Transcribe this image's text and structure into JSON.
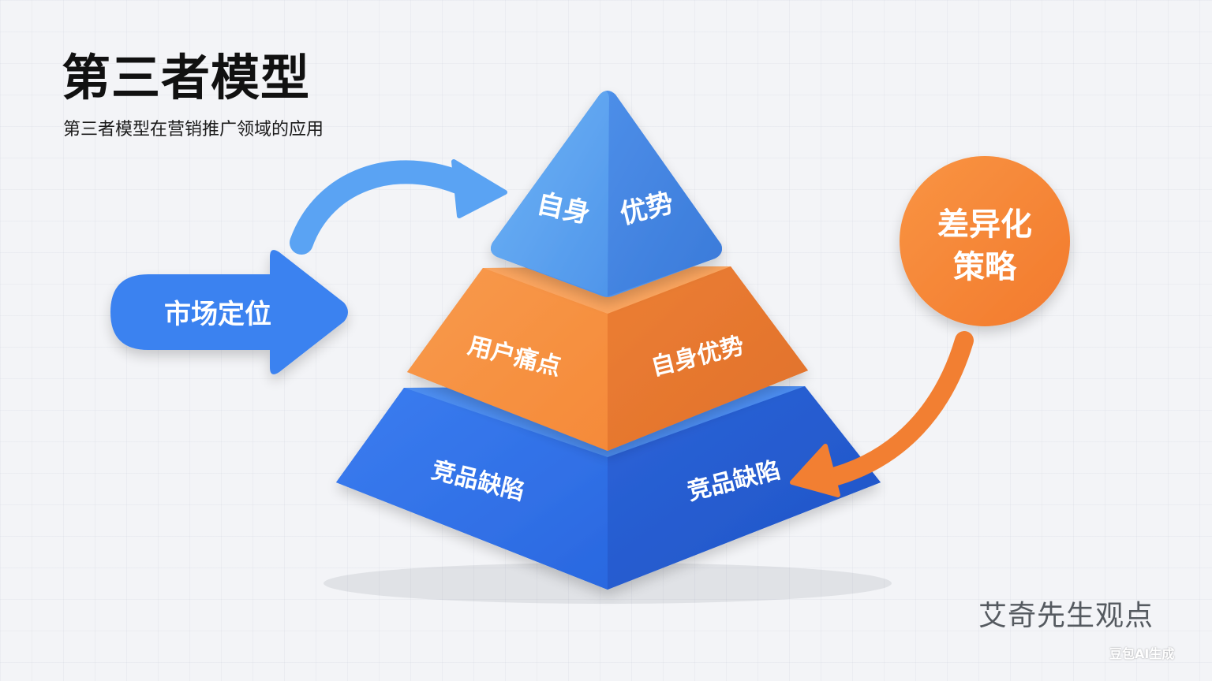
{
  "header": {
    "title": "第三者模型",
    "subtitle": "第三者模型在营销推广领域的应用"
  },
  "arrow_left": {
    "label": "市场定位"
  },
  "pyramid": {
    "top": {
      "left_label": "自身",
      "right_label": "优势"
    },
    "middle": {
      "left_label": "用户痛点",
      "right_label": "自身优势"
    },
    "bottom": {
      "left_label": "竞品缺陷",
      "right_label": "竞品缺陷"
    }
  },
  "circle": {
    "line1": "差异化",
    "line2": "策略"
  },
  "footer": {
    "watermark": "艾奇先生观点",
    "ai_badge": "豆包AI生成"
  },
  "colors": {
    "blue_light": "#5ea6f2",
    "blue_dark": "#2f6fe6",
    "orange": "#f68a3a",
    "orange_dark": "#e8722a",
    "arrow_blue": "#3b82f0",
    "curve_blue": "#5aa3f3"
  }
}
